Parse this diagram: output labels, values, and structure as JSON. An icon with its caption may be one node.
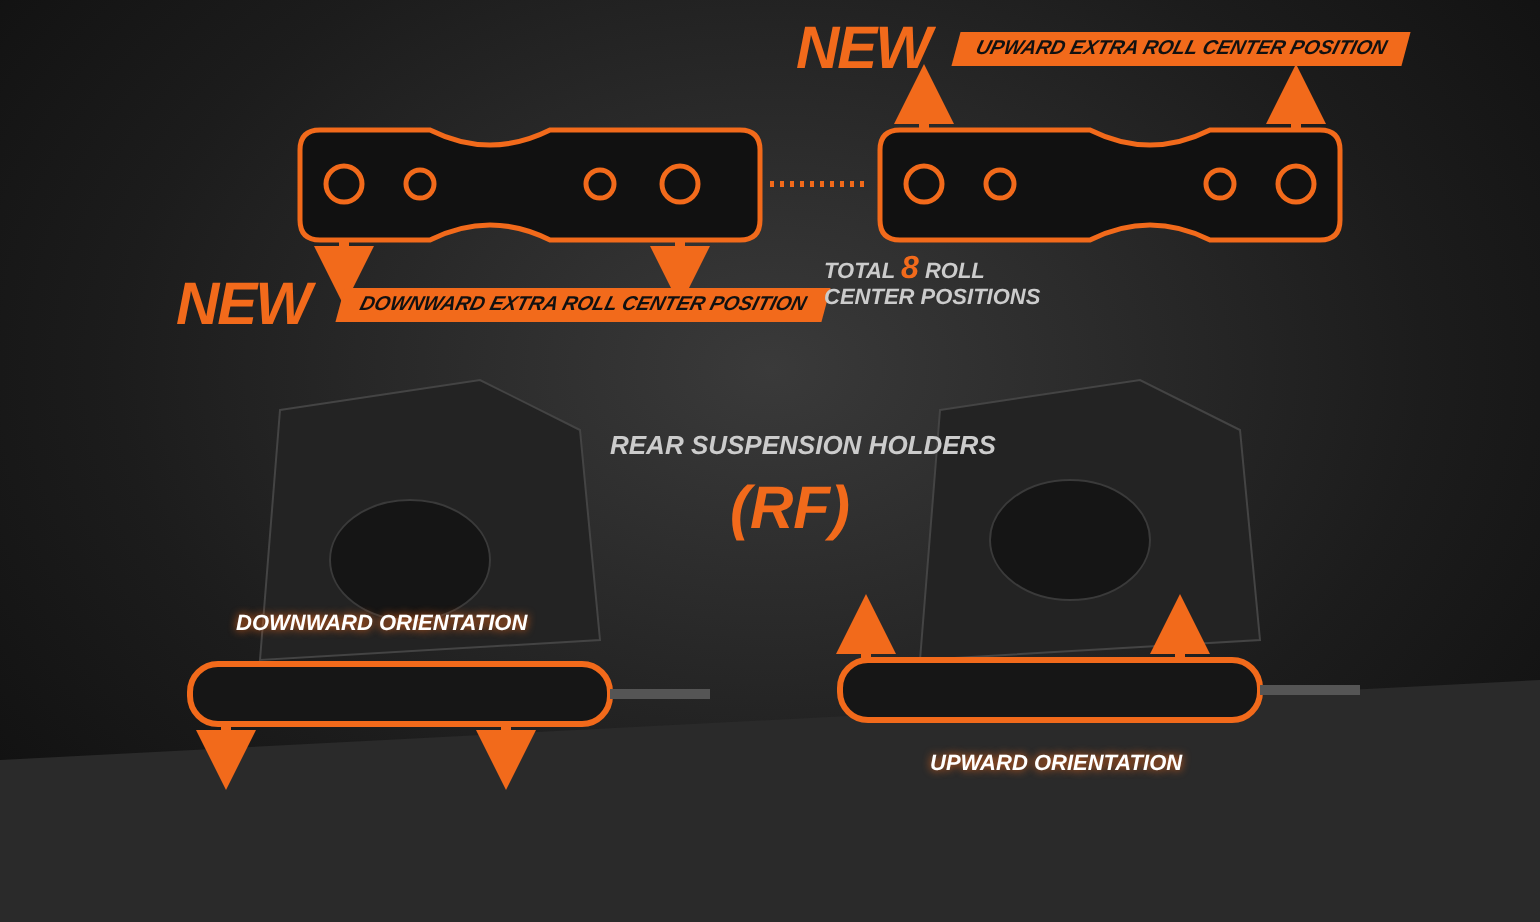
{
  "diagram": {
    "labels": [
      "NEW",
      "UPWARD EXTRA ROLL CENTER POSITION",
      "NEW",
      "DOWNWARD EXTRA ROLL CENTER POSITION",
      "TOTAL **8** ROLL CENTER POSITIONS",
      "REAR SUSPENSION HOLDERS",
      "(RF)",
      "DOWNWARD ORIENTATION",
      "UPWARD ORIENTATION"
    ]
  }
}
